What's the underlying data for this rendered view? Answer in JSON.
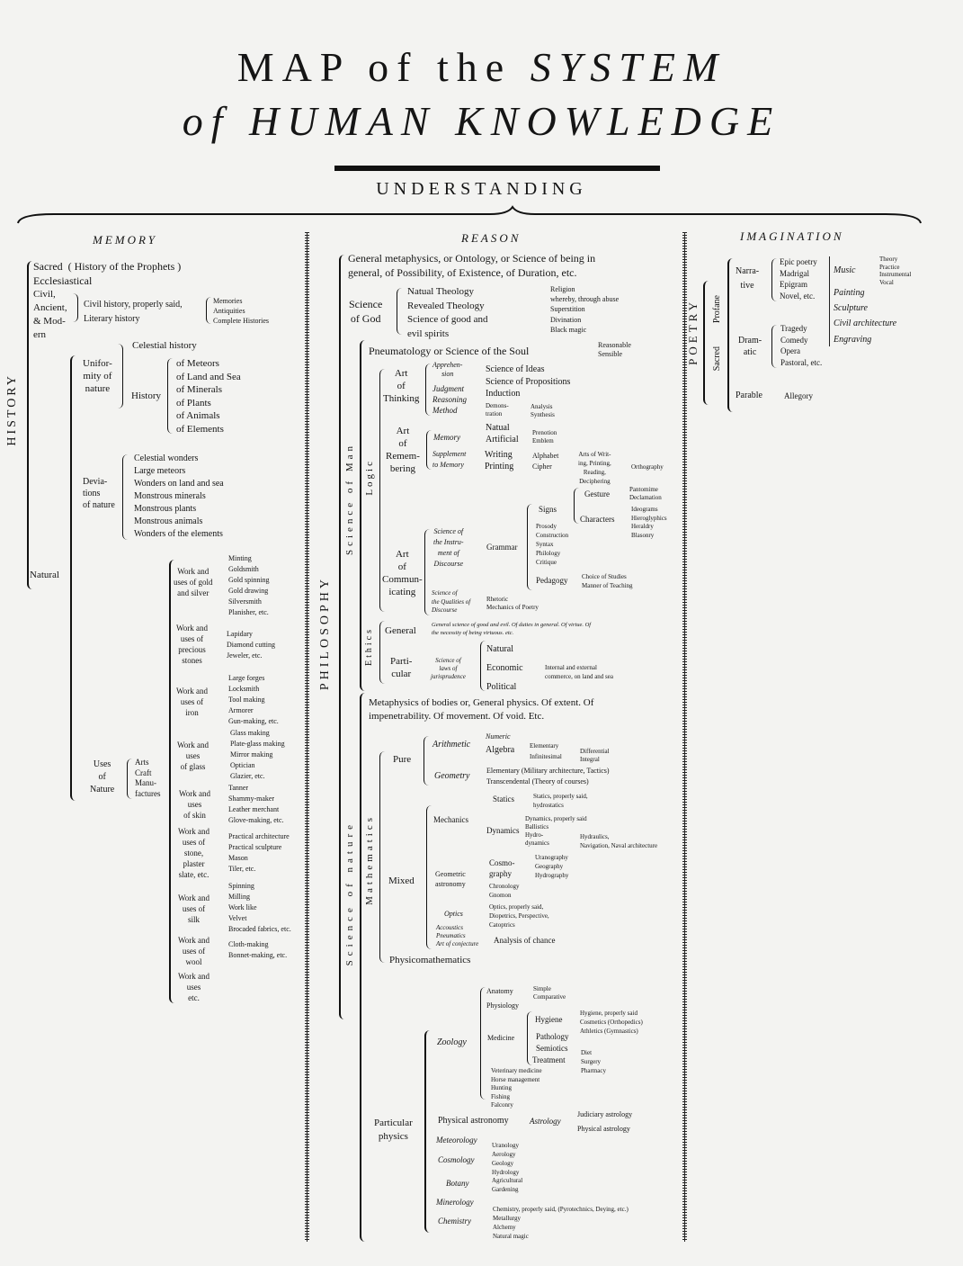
{
  "title": {
    "line1_a": "MAP of the",
    "line1_b": "SYSTEM",
    "line2_a": "of",
    "line2_b": "HUMAN KNOWLEDGE"
  },
  "root": "UNDERSTANDING",
  "memory": {
    "heading": "MEMORY",
    "history": "HISTORY",
    "sacred": "Sacred  ( History of the Prophets )",
    "ecclesiastical": "Ecclesiastical",
    "civil": "Civil,\nAncient,\n& Mod-\nern",
    "civil_branches": "Civil history, properly said,\nLiterary history",
    "civil_items": "Memories\nAntiquities\nComplete Histories",
    "natural": "Natural",
    "uniformity": "Unifor-\nmity of\nnature",
    "celestial_history": "Celestial history",
    "history_sub": "History",
    "history_items": "of Meteors\nof Land and Sea\nof Minerals\nof Plants\nof Animals\nof Elements",
    "deviations": "Devia-\ntions\nof nature",
    "deviation_items": "Celestial wonders\nLarge meteors\nWonders on land and sea\nMonstrous minerals\nMonstrous plants\nMonstrous animals\nWonders of the elements",
    "uses": "Uses\nof\nNature",
    "uses_items": "Arts\nCraft\nManu-\nfactures",
    "works": [
      {
        "label": "Work and\nuses of gold\nand silver",
        "items": "Minting\nGoldsmith\nGold spinning\nGold drawing\nSilversmith\nPlanisher, etc."
      },
      {
        "label": "Work and\nuses of\nprecious\nstones",
        "items": "Lapidary\nDiamond cutting\nJeweler, etc."
      },
      {
        "label": "Work and\nuses of\niron",
        "items": "Large forges\nLocksmith\nTool making\nArmorer\nGun-making, etc."
      },
      {
        "label": "Work and\nuses\nof glass",
        "items": "Glass making\nPlate-glass making\nMirror making\nOptician\nGlazier, etc."
      },
      {
        "label": "Work and\nuses\nof skin",
        "items": "Tanner\nShammy-maker\nLeather merchant\nGlove-making, etc."
      },
      {
        "label": "Work and\nuses of\nstone,\nplaster\nslate, etc.",
        "items": "Practical architecture\nPractical sculpture\nMason\nTiler, etc."
      },
      {
        "label": "Work and\nuses of\nsilk",
        "items": "Spinning\nMilling\nWork like\nVelvet\nBrocaded fabrics, etc."
      },
      {
        "label": "Work and\nuses of\nwool",
        "items": "Cloth-making\nBonnet-making, etc."
      },
      {
        "label": "Work and\nuses\netc.",
        "items": ""
      }
    ]
  },
  "reason": {
    "heading": "REASON",
    "philosophy": "PHILOSOPHY",
    "general_metaphysics": "General metaphysics, or Ontology, or Science of being in\ngeneral, of Possibility, of Existence, of Duration, etc.",
    "science_of_god": "Science\nof God",
    "theology": "Natual Theology\nRevealed Theology\nScience of good and\nevil spirits",
    "religion": "Religion\nwhereby, through abuse\nSuperstition",
    "divination": "Divination\nBlack magic",
    "pneumatology": "Pneumatology or Science of the Soul",
    "soul_items": "Reasonable\nSensible",
    "science_of_man": "Science of Man",
    "logic": "Logic",
    "ethics": "Ethics",
    "art_thinking": "Art\nof\nThinking",
    "apprehension": "Apprehen-\nsion",
    "judgment": "Judgment",
    "reasoning": "Reasoning",
    "method": "Method",
    "science_ideas": "Science of Ideas",
    "science_props": "Science of Propositions",
    "induction": "Induction",
    "demonstration": "Demons-\ntration",
    "analysis": "Analysis\nSynthesis",
    "art_remembering": "Art\nof\nRemem-\nbering",
    "memory": "Memory",
    "supplement": "Supplement\nto Memory",
    "natural_artificial": "Natual\nArtificial",
    "prenotion": "Prenotion\nEmblem",
    "writing_printing": "Writing\nPrinting",
    "alphabet": "Alphabet\nCipher",
    "arts_writing": "Arts of Writ-\ning, Printing,\nReading,\nDeciphering",
    "orthography": "Orthography",
    "gesture": "Gesture",
    "pantomime": "Pantomime\nDeclamation",
    "signs": "Signs",
    "characters": "Characters",
    "ideograms": "Ideograms\nHieroglyphics\nHeraldry\nBlasonry",
    "grammar_items": "Prosody\nConstruction\nSyntax\nPhilology\nCritique",
    "pedagogy": "Pedagogy",
    "pedagogy_items": "Choice of Studies\nManner of Teaching",
    "art_communicating": "Art\nof\nCommun-\nicating",
    "instrument_discourse": "Science of\nthe Instru-\nment of\nDiscourse",
    "grammar": "Grammar",
    "qualities_discourse": "Science of\nthe Qualities of\nDiscourse",
    "rhetoric": "Rhetoric\nMechanics of Poetry",
    "ethics_general": "General",
    "ethics_general_text": "General science of good and evil. Of duties in general. Of virtue. Of\nthe necessity of being virtuous. etc.",
    "particular": "Parti-\ncular",
    "jurisprudence": "Science of\nlaws of\njurisprudence",
    "laws": "Natural\nEconomic\nPolitical",
    "commerce": "Internal and external\ncommerce, on land and sea",
    "science_of_nature": "Science of nature",
    "metaphysics_bodies": "Metaphysics of bodies or, General physics. Of extent. Of\nimpenetrability. Of movement. Of void. Etc.",
    "mathematics": "Mathematics",
    "pure": "Pure",
    "arithmetic": "Arithmetic",
    "geometry": "Geometry",
    "numeric": "Numeric",
    "algebra": "Algebra",
    "algebra_items": "Elementary\nInfinitesimal",
    "infinitesimal_items": "Differential\nIntegral",
    "geometry_elementary": "Elementary (Military architecture, Tactics)",
    "geometry_transcendental": "Transcendental (Theory of courses)",
    "mixed": "Mixed",
    "mechanics": "Mechanics",
    "statics": "Statics",
    "statics_items": "Statics, properly said,\nhydrostatics",
    "dynamics": "Dynamics",
    "dynamics_items": "Dynamics, properly said\nBallistics\nHydro-\ndynamics",
    "hydro_items": "Hydraulics,\nNavigation, Naval architecture",
    "geometric_astronomy": "Geometric\nastronomy",
    "cosmography": "Cosmo-\ngraphy",
    "cosmography_items": "Uranography\nGeography\nHydrography",
    "chronology": "Chronology\nGnomon",
    "optics": "Optics",
    "optics_items": "Optics, properly said,\nDiopetrics, Perspective,\nCatoptrics",
    "acoustics": "Accoustics\nPneumatics\nArt of conjecture",
    "analysis_chance": "Analysis of chance",
    "physicomathematics": "Physicomathematics",
    "particular_physics": "Particular\nphysics",
    "zoology": "Zoology",
    "anatomy": "Anatomy",
    "anatomy_items": "Simple\nComparative",
    "physiology": "Physiology",
    "medicine": "Medicine",
    "hygiene": "Hygiene",
    "hygiene_items": "Hygiene, properly said\nCosmetics (Orthopedics)\nAthletics (Gymnastics)",
    "pathology": "Pathology\nSemiotics",
    "treatment": "Treatment",
    "treatment_items": "Diet\nSurgery\nPharmacy",
    "zoology_other": "Veterinary medicine\nHorse management\nHunting\nFishing\nFalconry",
    "physical_astronomy": "Physical astronomy",
    "astrology": "Astrology",
    "astrology_items": "Judiciary astrology\nPhysical astrology",
    "meteorology": "Meteorology",
    "cosmology": "Cosmology",
    "cosmology_items": "Uranology\nAerology\nGeology\nHydrology",
    "botany": "Botany",
    "botany_items": "Agricultural\nGardening",
    "minerology": "Minerology",
    "chemistry": "Chemistry",
    "chemistry_items": "Chemistry, properly said, (Pyrotechnics, Deying, etc.)\nMetallurgy\nAlchemy\nNatural magic"
  },
  "imagination": {
    "heading": "IMAGINATION",
    "poetry": "POETRY",
    "sacred": "Sacred",
    "profane": "Profane",
    "narrative": "Narra-\ntive",
    "narrative_items": "Epic poetry\nMadrigal\nEpigram\nNovel, etc.",
    "music": "Music",
    "music_items": "Theory\nPractice\nInstrumental\nVocal",
    "painting": "Painting",
    "sculpture": "Sculpture",
    "civil_architecture": "Civil architecture",
    "engraving": "Engraving",
    "dramatic": "Dram-\natic",
    "dramatic_items": "Tragedy\nComedy\nOpera\nPastoral, etc.",
    "parable": "Parable",
    "allegory": "Allegory"
  }
}
